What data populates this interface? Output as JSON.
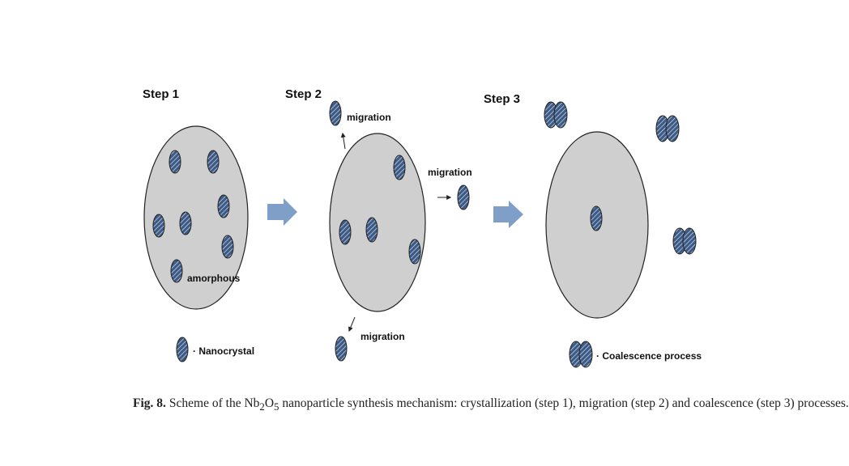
{
  "steps": {
    "step1": "Step 1",
    "step2": "Step 2",
    "step3": "Step 3"
  },
  "labels": {
    "amorphous": "amorphous",
    "migration_top": "migration",
    "migration_right": "migration",
    "migration_bottom": "migration"
  },
  "legend": {
    "nanocrystal": "· Nanocrystal",
    "coalescence": "· Coalescence process"
  },
  "caption": {
    "fig": "Fig. 8.",
    "before": "Scheme of the Nb",
    "sub1": "2",
    "mid": "O",
    "sub2": "5",
    "after": " nanoparticle synthesis mechanism: crystallization (step 1), migration (step 2) and coalescence (step 3) processes."
  },
  "colors": {
    "matrix_fill": "#cfcfcf",
    "particle_fill": "#3c5a85",
    "hatch": "#e6ecf3",
    "arrow": "#7f9ec8",
    "outline": "#222222"
  }
}
